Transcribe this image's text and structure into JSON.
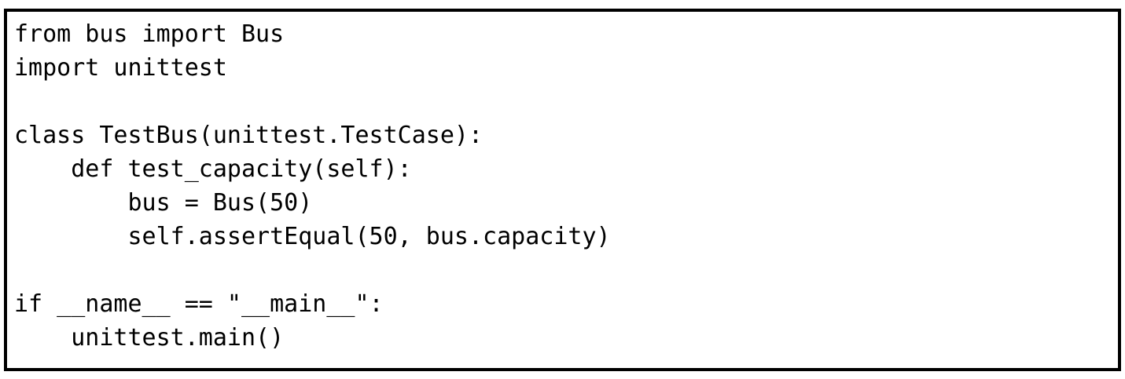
{
  "colors": {
    "background": "#ffffff",
    "border": "#000000",
    "text": "#000000"
  },
  "code": {
    "language": "python",
    "lines": [
      "from bus import Bus",
      "import unittest",
      "",
      "class TestBus(unittest.TestCase):",
      "    def test_capacity(self):",
      "        bus = Bus(50)",
      "        self.assertEqual(50, bus.capacity)",
      "",
      "if __name__ == \"__main__\":",
      "    unittest.main()"
    ]
  }
}
